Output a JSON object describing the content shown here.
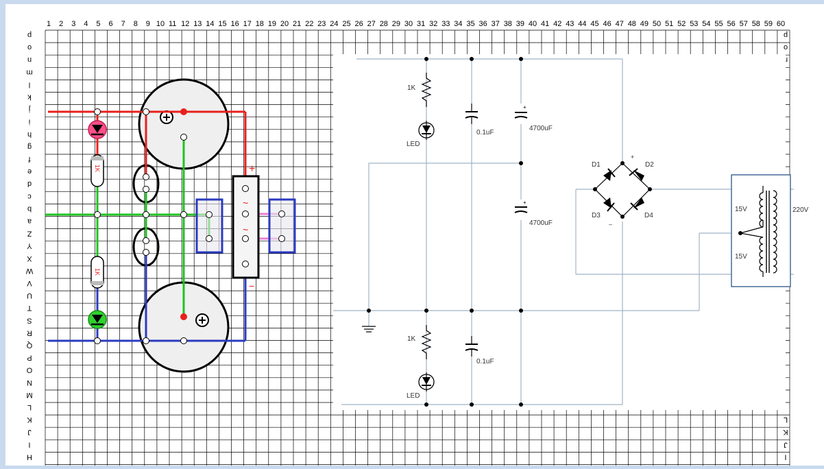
{
  "column_labels": [
    "1",
    "2",
    "3",
    "4",
    "5",
    "6",
    "7",
    "8",
    "9",
    "10",
    "11",
    "12",
    "13",
    "14",
    "15",
    "16",
    "17",
    "18",
    "19",
    "20",
    "21",
    "22",
    "23",
    "24",
    "25",
    "26",
    "27",
    "28",
    "29",
    "30",
    "31",
    "32",
    "33",
    "34",
    "35",
    "36",
    "37",
    "38",
    "39",
    "40",
    "41",
    "42",
    "43",
    "44",
    "45",
    "46",
    "47",
    "48",
    "49",
    "50",
    "51",
    "52",
    "53",
    "54",
    "55",
    "56",
    "57",
    "58",
    "59",
    "60"
  ],
  "row_labels": [
    "p",
    "o",
    "n",
    "m",
    "l",
    "k",
    "j",
    "i",
    "h",
    "g",
    "f",
    "e",
    "d",
    "c",
    "b",
    "a",
    "Z",
    "Y",
    "X",
    "W",
    "V",
    "U",
    "T",
    "S",
    "R",
    "Q",
    "P",
    "O",
    "N",
    "M",
    "L",
    "K",
    "J",
    "I",
    "H"
  ],
  "right_row_labels_top": [
    "p",
    "o",
    "n"
  ],
  "right_row_labels_bottom": [
    "L",
    "K",
    "J",
    "I"
  ],
  "breadboard": {
    "resistor_top_label": "1K",
    "resistor_bottom_label": "1K",
    "terminal_plus": "+",
    "terminal_minus": "−",
    "ac_symbol": "~",
    "cap_plus": "+"
  },
  "schematic": {
    "led_top_resistor": "1K",
    "led_top_label": "LED",
    "cap_top_small": "0.1uF",
    "cap_top_big": "4700uF",
    "cap_mid_big": "4700uF",
    "diode_labels": [
      "D1",
      "D2",
      "D3",
      "D4"
    ],
    "bridge_plus": "+",
    "bridge_minus": "–",
    "led_bottom_resistor": "1K",
    "led_bottom_label": "LED",
    "cap_bottom_small": "0.1uF",
    "transformer_secondary_top": "15V",
    "transformer_secondary_bottom": "15V",
    "transformer_primary": "220V"
  },
  "colors": {
    "positive_rail": "#e8201c",
    "ground_rail": "#1fc21f",
    "negative_rail": "#2b3bbf",
    "ac_jumper": "#e87fd1",
    "schematic_wire": "#9fb3c8",
    "led_red": "#ff4f8a",
    "led_green": "#2fd12f"
  }
}
